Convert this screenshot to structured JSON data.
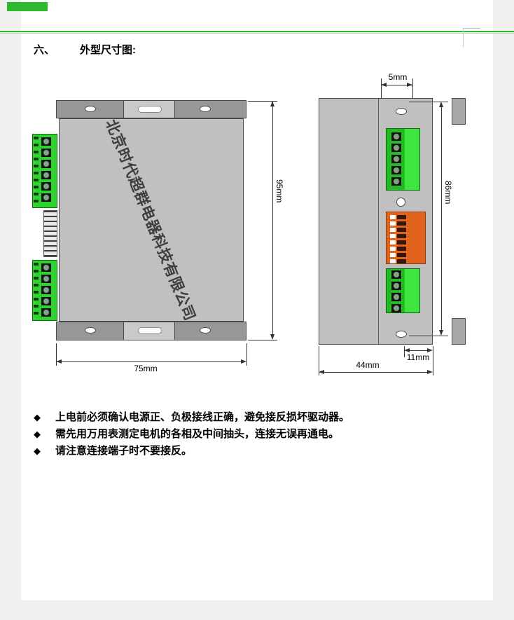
{
  "page": {
    "section_number": "六、",
    "section_title": "外型尺寸图:"
  },
  "front_view": {
    "watermark": "北京时代超群电器科技有限公司",
    "width_label": "75mm",
    "height_label": "95mm"
  },
  "side_view": {
    "top_offset_label": "5mm",
    "hole_spacing_label": "86mm",
    "flange_width_label": "11mm",
    "depth_label": "44mm"
  },
  "notes": [
    {
      "bullet": "◆",
      "text": "上电前必须确认电源正、负极接线正确，避免接反损坏驱动器。"
    },
    {
      "bullet": "◆",
      "text": "需先用万用表测定电机的各相及中间抽头，连接无误再通电。"
    },
    {
      "bullet": "◆",
      "text": "请注意连接端子时不要接反。"
    }
  ],
  "colors": {
    "accent_green": "#2db82d",
    "connector_green": "#2fd32f",
    "dip_orange": "#e2641c",
    "body_gray": "#c0c0c0",
    "flange_gray": "#979797",
    "line_color": "#333333"
  }
}
